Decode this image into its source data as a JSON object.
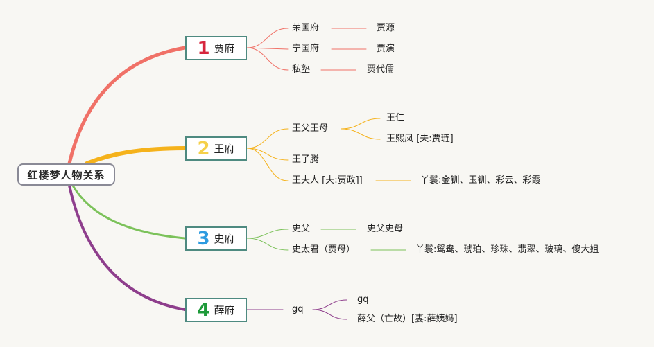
{
  "root": {
    "label": "红楼梦人物关系"
  },
  "branches": [
    {
      "number": "1",
      "label": "贾府",
      "color": "#f07167",
      "number_color": "#d7263d",
      "children": [
        {
          "label": "荣国府",
          "children": [
            {
              "label": "贾源"
            }
          ]
        },
        {
          "label": "宁国府",
          "children": [
            {
              "label": "贾演"
            }
          ]
        },
        {
          "label": "私塾",
          "children": [
            {
              "label": "贾代儒"
            }
          ]
        }
      ]
    },
    {
      "number": "2",
      "label": "王府",
      "color": "#f5b21b",
      "number_color": "#f5d04a",
      "children": [
        {
          "label": "王父王母",
          "children": [
            {
              "label": "王仁"
            },
            {
              "label": "王熙凤 [夫:贾琏]"
            }
          ]
        },
        {
          "label": "王子腾",
          "children": []
        },
        {
          "label": "王夫人 [夫:贾政]]",
          "children": [
            {
              "label": "丫鬟:金钏、玉钏、彩云、彩霞"
            }
          ]
        }
      ]
    },
    {
      "number": "3",
      "label": "史府",
      "color": "#7cc25a",
      "number_color": "#2d9be0",
      "children": [
        {
          "label": "史父",
          "children": [
            {
              "label": "史父史母"
            }
          ]
        },
        {
          "label": "史太君（贾母）",
          "children": [
            {
              "label": "丫鬟:鸳鸯、琥珀、珍珠、翡翠、玻璃、傻大姐"
            }
          ]
        }
      ]
    },
    {
      "number": "4",
      "label": "薛府",
      "color": "#8e3e8c",
      "number_color": "#1e9a3a",
      "children": [
        {
          "label": "gq",
          "children": [
            {
              "label": "gq"
            },
            {
              "label": "薛父（亡故）[妻:薛姨妈]"
            }
          ]
        }
      ]
    }
  ]
}
